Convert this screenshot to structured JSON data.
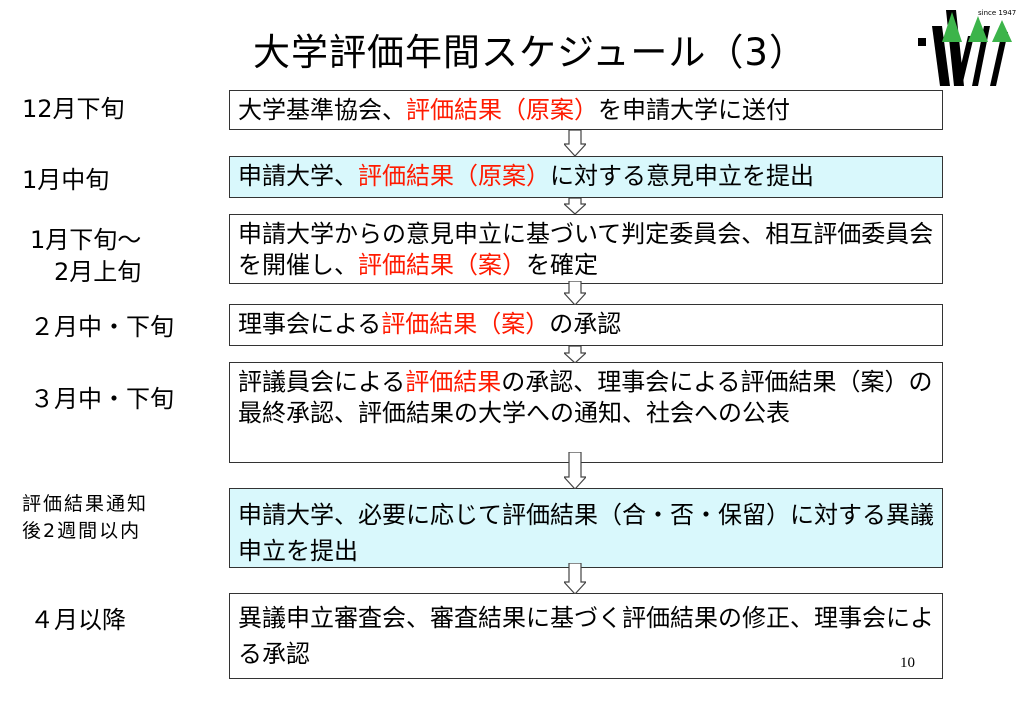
{
  "title": "大学評価年間スケジュール（3）",
  "logo": {
    "tagline": "since 1947",
    "icon": "jaa-logo-icon",
    "colors": {
      "green": "#3cb44a",
      "black": "#000000"
    }
  },
  "page_number": "10",
  "colors": {
    "highlight_text": "#ff1a00",
    "highlight_box": "#d9f8fc",
    "border": "#333333"
  },
  "rows": [
    {
      "period": "12月下旬",
      "segments": [
        {
          "t": "大学基準協会、"
        },
        {
          "t": "評価結果（原案）",
          "red": true
        },
        {
          "t": "を申請大学に送付"
        }
      ]
    },
    {
      "period": "1月中旬",
      "segments": [
        {
          "t": "申請大学、"
        },
        {
          "t": "評価結果（原案）",
          "red": true
        },
        {
          "t": "に対する意見申立を提出"
        }
      ]
    },
    {
      "period": "1月下旬～\n　2月上旬",
      "segments": [
        {
          "t": "申請大学からの意見申立に基づいて判定委員会、相互評価委員会を開催し、"
        },
        {
          "t": "評価結果（案）",
          "red": true
        },
        {
          "t": "を確定"
        }
      ]
    },
    {
      "period": "２月中・下旬",
      "segments": [
        {
          "t": "理事会による"
        },
        {
          "t": "評価結果（案）",
          "red": true
        },
        {
          "t": "の承認"
        }
      ]
    },
    {
      "period": "３月中・下旬",
      "segments": [
        {
          "t": "評議員会による"
        },
        {
          "t": "評価結果",
          "red": true
        },
        {
          "t": "の承認、理事会による評価結果（案）の最終承認、評価結果の大学への通知、社会への公表"
        }
      ]
    },
    {
      "period": "評価結果通知\n後2週間以内",
      "segments": [
        {
          "t": "申請大学、必要に応じて評価結果（合・否・保留）に対する異議申立を提出"
        }
      ]
    },
    {
      "period": "４月以降",
      "segments": [
        {
          "t": "異議申立審査会、審査結果に基づく評価結果の修正、理事会による承認"
        }
      ]
    }
  ]
}
